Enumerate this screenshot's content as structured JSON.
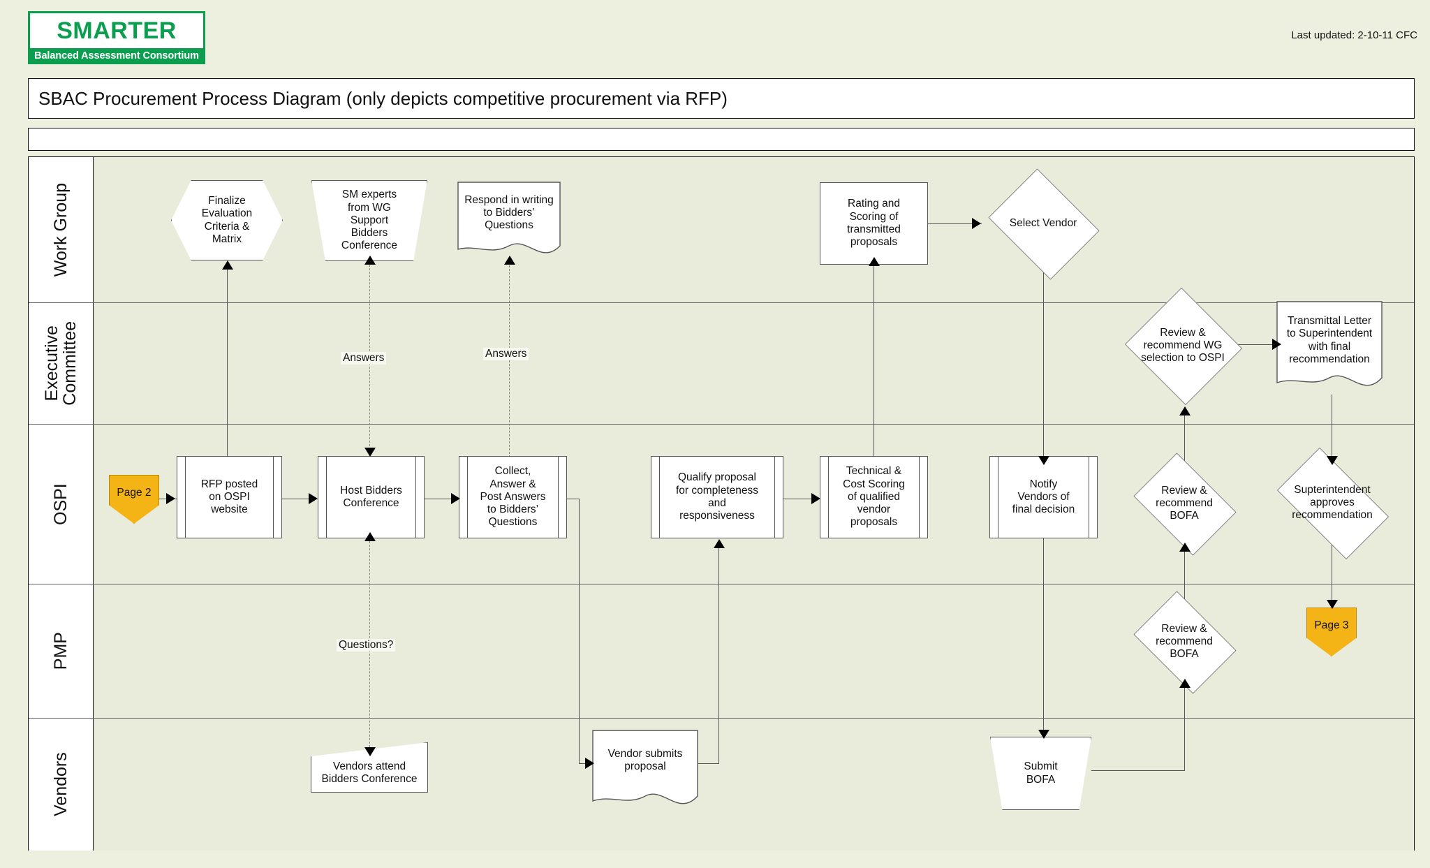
{
  "header": {
    "logo_top": "SMARTER",
    "logo_bottom": "Balanced Assessment Consortium",
    "last_updated": "Last updated: 2-10-11 CFC",
    "title": "SBAC Procurement Process Diagram (only depicts competitive procurement via RFP)",
    "subhead": ""
  },
  "colors": {
    "page_bg": "#edefdf",
    "lane_bg": "#e9ecda",
    "shape_fill": "#ffffff",
    "shape_stroke": "#555555",
    "brand_green": "#0a9e4e",
    "offpage_gold": "#f5b416",
    "connector": "#555555"
  },
  "lanes": [
    {
      "id": "work-group",
      "label": "Work Group"
    },
    {
      "id": "executive-committee",
      "label": "Executive\nCommittee"
    },
    {
      "id": "ospi",
      "label": "OSPI"
    },
    {
      "id": "pmp",
      "label": "PMP"
    },
    {
      "id": "vendors",
      "label": "Vendors"
    }
  ],
  "nodes": [
    {
      "id": "finalize-evaluation-criteria",
      "lane": "work-group",
      "shape": "hexagon",
      "label": "Finalize\nEvaluation\nCriteria &\nMatrix"
    },
    {
      "id": "sm-experts-support",
      "lane": "work-group",
      "shape": "trapezoid",
      "label": "SM experts\nfrom WG\nSupport\nBidders\nConference"
    },
    {
      "id": "respond-in-writing",
      "lane": "work-group",
      "shape": "document",
      "label": "Respond in writing\nto Bidders'\nQuestions"
    },
    {
      "id": "rating-scoring-proposals",
      "lane": "work-group",
      "shape": "process",
      "label": "Rating and\nScoring of\ntransmitted\nproposals"
    },
    {
      "id": "select-vendor",
      "lane": "work-group",
      "shape": "decision",
      "label": "Select Vendor"
    },
    {
      "id": "review-recommend-wg-selection",
      "lane": "executive-committee",
      "shape": "decision",
      "label": "Review &\nrecommend WG\nselection to OSPI"
    },
    {
      "id": "transmittal-letter",
      "lane": "executive-committee",
      "shape": "document",
      "label": "Transmittal Letter\nto Superintendent\nwith final\nrecommendation"
    },
    {
      "id": "page-2",
      "lane": "ospi",
      "shape": "offpage",
      "label": "Page 2"
    },
    {
      "id": "rfp-posted",
      "lane": "ospi",
      "shape": "predefined-process",
      "label": "RFP posted\non OSPI\nwebsite"
    },
    {
      "id": "host-bidders-conference",
      "lane": "ospi",
      "shape": "predefined-process",
      "label": "Host Bidders\nConference"
    },
    {
      "id": "collect-answer-post",
      "lane": "ospi",
      "shape": "predefined-process",
      "label": "Collect,\nAnswer &\nPost Answers\nto Bidders'\nQuestions"
    },
    {
      "id": "qualify-proposal",
      "lane": "ospi",
      "shape": "predefined-process",
      "label": "Qualify proposal\nfor completeness\nand\nresponsiveness"
    },
    {
      "id": "technical-cost-scoring",
      "lane": "ospi",
      "shape": "predefined-process",
      "label": "Technical &\nCost Scoring\nof qualified\nvendor\nproposals"
    },
    {
      "id": "notify-vendors",
      "lane": "ospi",
      "shape": "predefined-process",
      "label": "Notify\nVendors of\nfinal decision"
    },
    {
      "id": "ospi-review-recommend-bofa",
      "lane": "ospi",
      "shape": "decision",
      "label": "Review &\nrecommend\nBOFA"
    },
    {
      "id": "superintendent-approves",
      "lane": "ospi",
      "shape": "decision",
      "label": "Supterintendent\napproves\nrecommendation"
    },
    {
      "id": "pmp-review-recommend-bofa",
      "lane": "pmp",
      "shape": "decision",
      "label": "Review &\nrecommend\nBOFA"
    },
    {
      "id": "page-3",
      "lane": "pmp",
      "shape": "offpage",
      "label": "Page 3"
    },
    {
      "id": "vendors-attend-conference",
      "lane": "vendors",
      "shape": "slanted",
      "label": "Vendors attend\nBidders Conference"
    },
    {
      "id": "vendor-submits-proposal",
      "lane": "vendors",
      "shape": "document",
      "label": "Vendor submits\nproposal"
    },
    {
      "id": "submit-bofa",
      "lane": "vendors",
      "shape": "trapezoid",
      "label": "Submit\nBOFA"
    }
  ],
  "edge_labels": [
    {
      "id": "answers-1",
      "text": "Answers"
    },
    {
      "id": "answers-2",
      "text": "Answers"
    },
    {
      "id": "questions",
      "text": "Questions?"
    }
  ]
}
